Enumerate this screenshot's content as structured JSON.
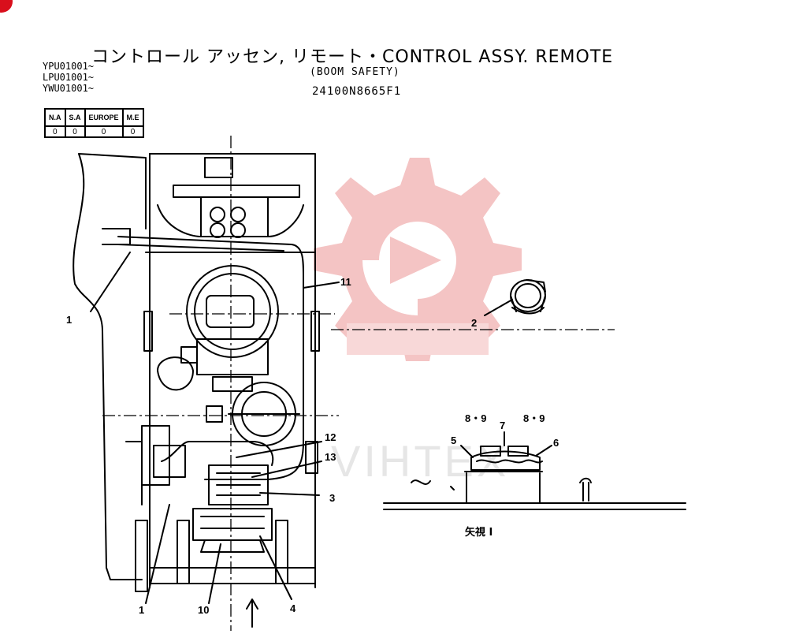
{
  "header": {
    "title": "コントロール アッセン, リモート・CONTROL  ASSY. REMOTE",
    "subtitle": "(BOOM SAFETY)",
    "part_number": "24100N8665F1",
    "serials": [
      "YPU01001~",
      "LPU01001~",
      "YWU01001~"
    ]
  },
  "markets": {
    "headers": [
      "N.A",
      "S.A",
      "EUROPE",
      "M.E"
    ],
    "values": [
      "0",
      "0",
      "0",
      "0"
    ]
  },
  "callouts": {
    "c1a": "1",
    "c1b": "1",
    "c2": "2",
    "c3": "3",
    "c4": "4",
    "c5": "5",
    "c6": "6",
    "c7": "7",
    "c89a": "8・9",
    "c89b": "8・9",
    "c10": "10",
    "c11": "11",
    "c12": "12",
    "c13": "13"
  },
  "view": {
    "label": "矢視 I"
  },
  "watermark": {
    "text": "VIHTEX",
    "color": "#f2b5b5"
  },
  "colors": {
    "line": "#000000",
    "corner_mark": "#d90f1c"
  }
}
